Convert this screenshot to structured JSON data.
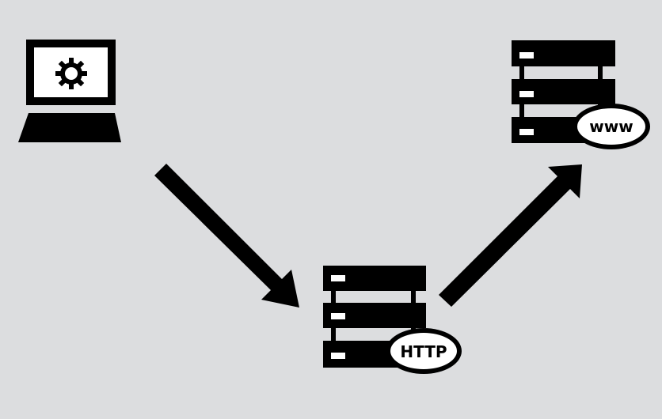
{
  "colors": {
    "background": "#dcdddf",
    "ink": "#000000",
    "paper": "#ffffff"
  },
  "nodes": {
    "client": {
      "icon": "laptop-gear-icon"
    },
    "proxy": {
      "icon": "server-rack-icon",
      "badge": "HTTP"
    },
    "web_server": {
      "icon": "server-rack-icon",
      "badge": "www"
    }
  },
  "edges": [
    {
      "from": "client",
      "to": "proxy",
      "icon": "arrow-icon"
    },
    {
      "from": "proxy",
      "to": "web_server",
      "icon": "arrow-icon"
    }
  ]
}
